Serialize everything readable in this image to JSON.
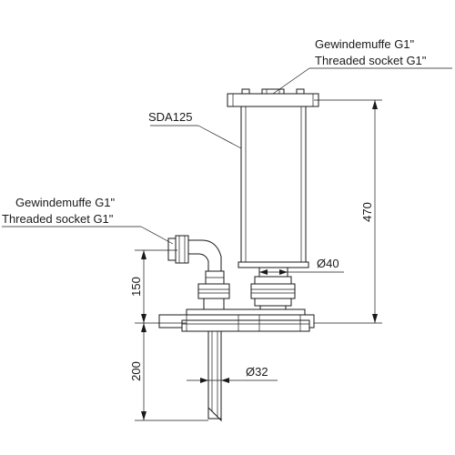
{
  "drawing": {
    "top_socket_label_de": "Gewindemuffe G1\"",
    "top_socket_label_en": "Threaded socket G1\"",
    "side_socket_label_de": "Gewindemuffe G1\"",
    "side_socket_label_en": "Threaded socket G1\"",
    "model_label": "SDA125",
    "dim_height_total": "470",
    "dim_height_lower_connector": "150",
    "dim_height_dip_tube": "200",
    "dim_diameter_outlet": "Ø40",
    "dim_diameter_dip_tube": "Ø32"
  }
}
